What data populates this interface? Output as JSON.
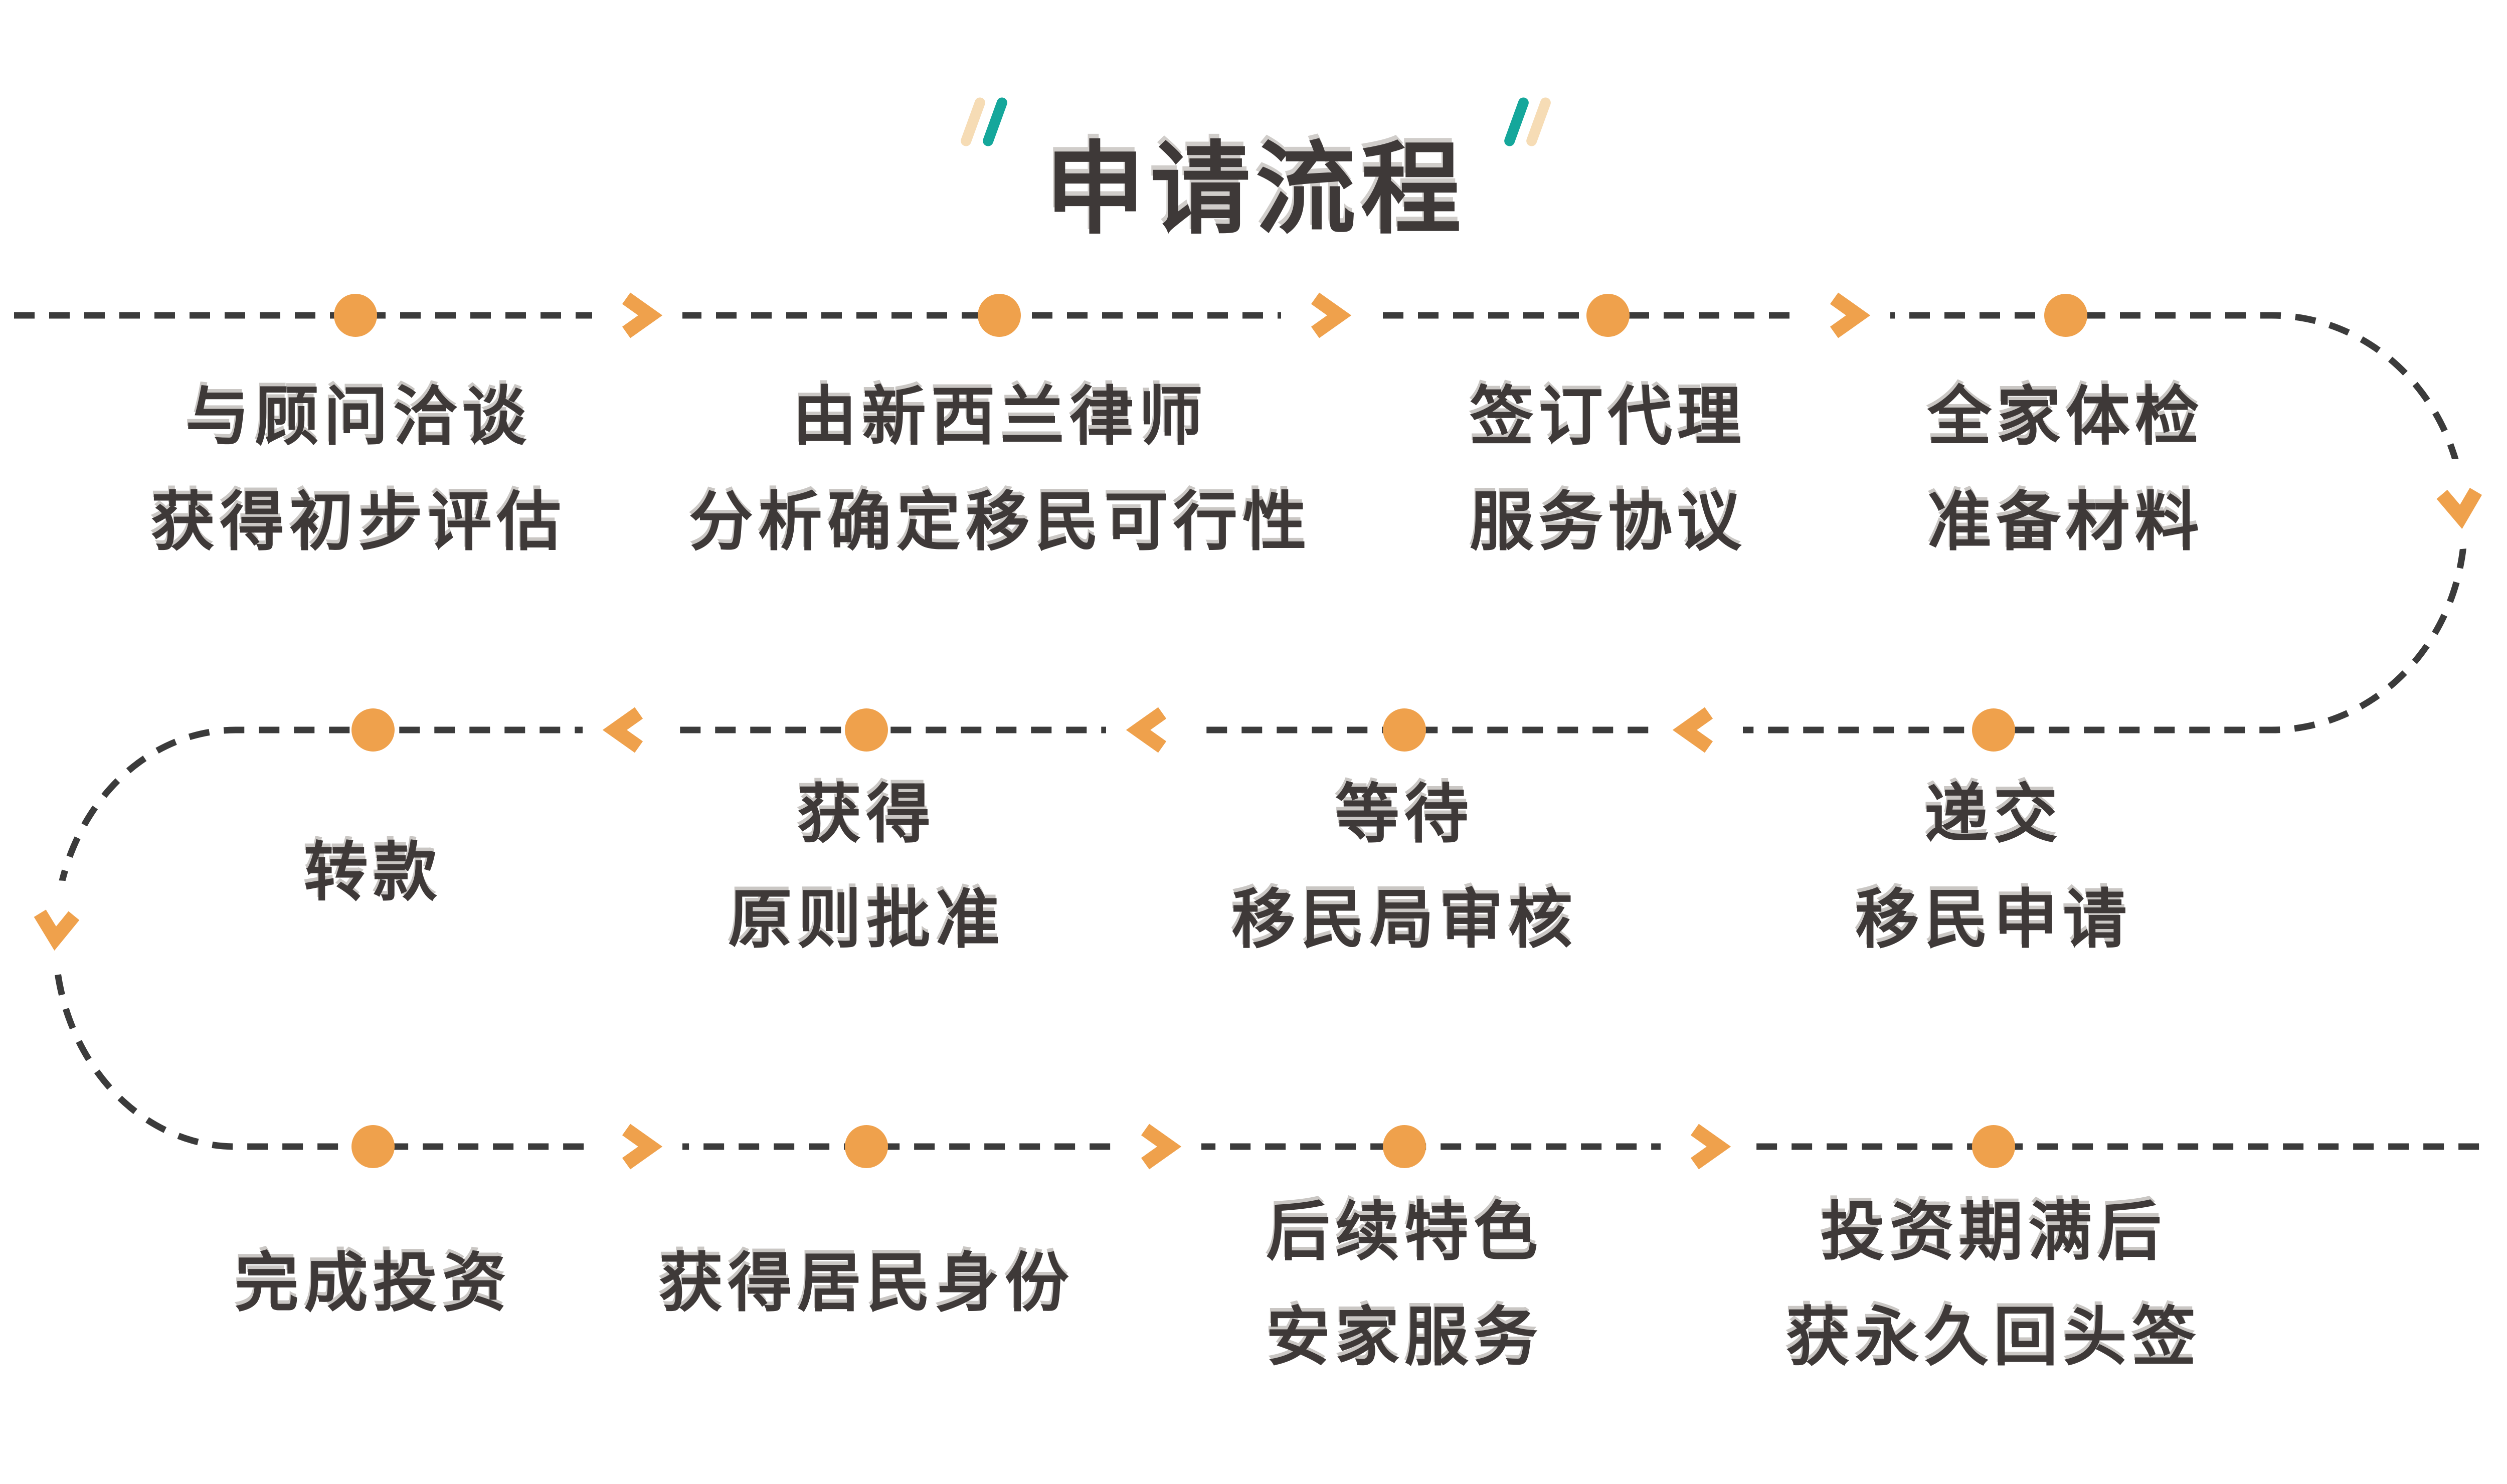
{
  "title": {
    "text": "申请流程"
  },
  "colors": {
    "accent_orange": "#EFA14C",
    "teal": "#15A79B",
    "peach": "#F6DCB5",
    "line_dark": "#3B3B3B",
    "text_dark": "#3E3938",
    "background": "#FFFFFF"
  },
  "steps": [
    {
      "lines": [
        "与顾问洽谈",
        "获得初步评估"
      ]
    },
    {
      "lines": [
        "由新西兰律师",
        "分析确定移民可行性"
      ]
    },
    {
      "lines": [
        "签订代理",
        "服务协议"
      ]
    },
    {
      "lines": [
        "全家体检",
        "准备材料"
      ]
    },
    {
      "lines": [
        "递交",
        "移民申请"
      ]
    },
    {
      "lines": [
        "等待",
        "移民局审核"
      ]
    },
    {
      "lines": [
        "获得",
        "原则批准"
      ]
    },
    {
      "lines": [
        "转款"
      ]
    },
    {
      "lines": [
        "完成投资"
      ]
    },
    {
      "lines": [
        "获得居民身份"
      ]
    },
    {
      "lines": [
        "后续特色",
        "安家服务"
      ]
    },
    {
      "lines": [
        "投资期满后",
        "获永久回头签"
      ]
    }
  ]
}
